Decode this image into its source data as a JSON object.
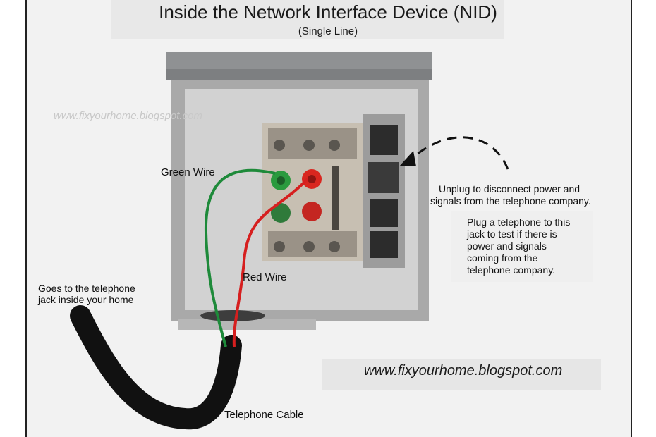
{
  "title": "Inside the Network Interface Device (NID)",
  "subtitle": "(Single Line)",
  "watermark": "www.fixyourhome.blogspot.com",
  "footer_url": "www.fixyourhome.blogspot.com",
  "labels": {
    "green_wire": "Green Wire",
    "red_wire": "Red Wire",
    "goes_to_line1": "Goes to the telephone",
    "goes_to_line2": "jack inside your home",
    "telephone_cable": "Telephone Cable",
    "unplug_line1": "Unplug to disconnect power and",
    "unplug_line2": "signals from the telephone company.",
    "plug_line1": "Plug a telephone to this",
    "plug_line2": "jack  to test if there is",
    "plug_line3": "power and signals",
    "plug_line4": "coming from the",
    "plug_line5": "telephone company."
  },
  "colors": {
    "green_wire": "#1e8a3a",
    "red_wire": "#d61f1f",
    "cable": "#111111",
    "box_gray": "#a9a9a9"
  }
}
